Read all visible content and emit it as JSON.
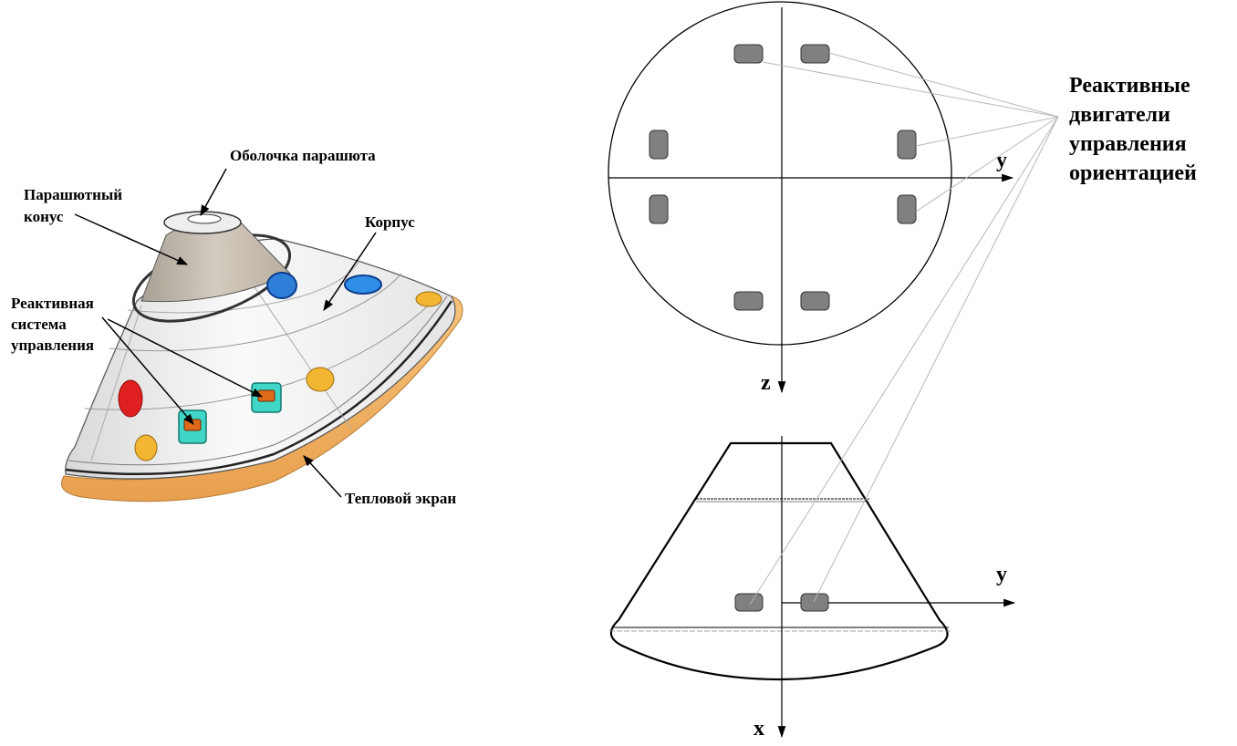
{
  "capsule_labels": {
    "parachute_shell": "Оболочка парашюта",
    "parachute_cone_line1": "Парашютный",
    "parachute_cone_line2": "конус",
    "body": "Корпус",
    "rcs_line1": "Реактивная",
    "rcs_line2": "система",
    "rcs_line3": "управления",
    "heat_shield": "Тепловой экран"
  },
  "thrusters_label": {
    "line1": "Реактивные",
    "line2": "двигатели",
    "line3": "управления",
    "line4": "ориентацией"
  },
  "top_view": {
    "axis_horizontal": "y",
    "axis_vertical": "z"
  },
  "side_view": {
    "axis_horizontal": "y",
    "axis_vertical": "x"
  },
  "colors": {
    "capsule_body": "#f4f4f4",
    "parachute_cone": "#c8bfb2",
    "heat_shield": "#f0b36a",
    "window_blue": "#2f7fd8",
    "window_orange": "#f2b632",
    "window_red": "#e02020",
    "rcs_teal": "#3fd6c8",
    "rcs_inner": "#e06a1a",
    "thruster_gray": "#808080"
  }
}
